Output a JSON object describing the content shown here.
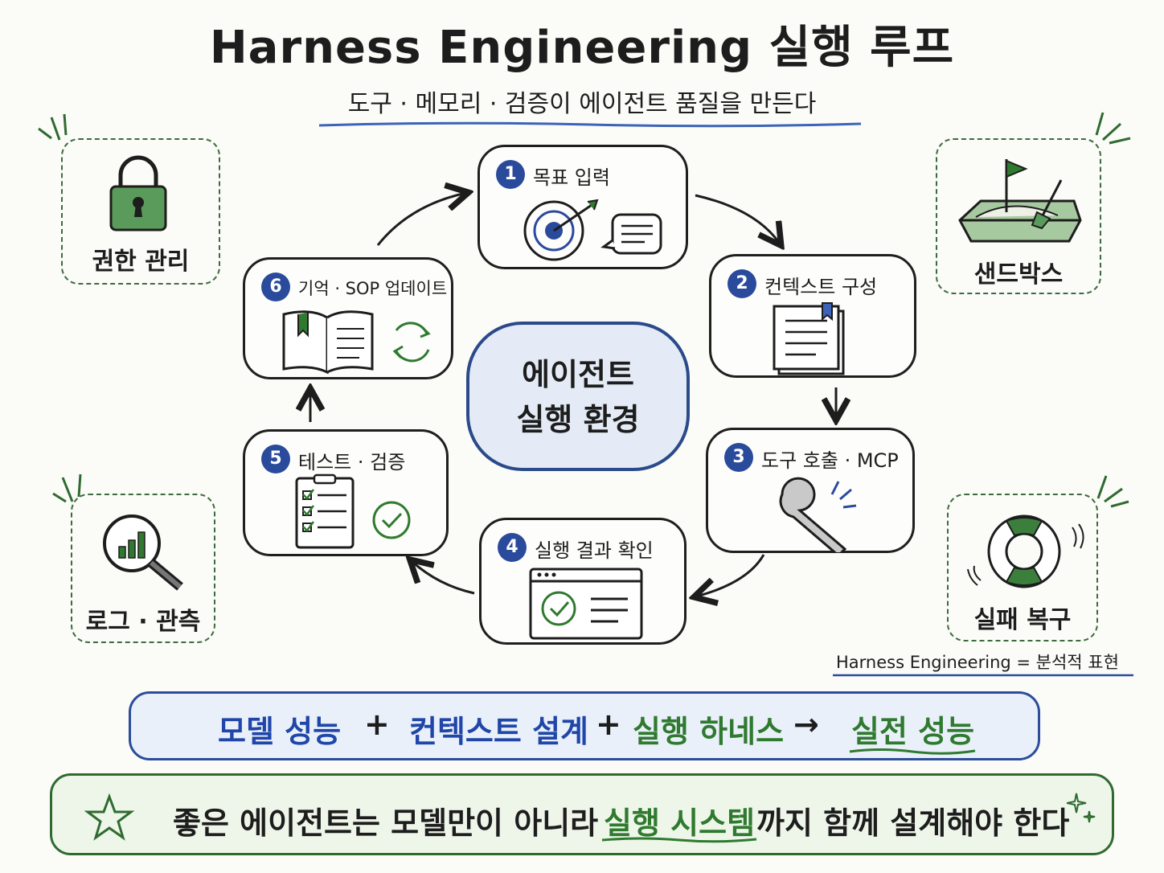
{
  "title": "Harness Engineering 실행 루프",
  "subtitle": "도구 · 메모리 · 검증이 에이전트 품질을 만든다",
  "center": {
    "line1": "에이전트",
    "line2": "실행 환경"
  },
  "steps": [
    {
      "num": "1",
      "label": "목표 입력"
    },
    {
      "num": "2",
      "label": "컨텍스트 구성"
    },
    {
      "num": "3",
      "label": "도구 호출 · MCP"
    },
    {
      "num": "4",
      "label": "실행 결과 확인"
    },
    {
      "num": "5",
      "label": "테스트 · 검증"
    },
    {
      "num": "6",
      "label": "기억 · SOP 업데이트"
    }
  ],
  "side": {
    "permission": "권한 관리",
    "sandbox": "샌드박스",
    "logging": "로그 · 관측",
    "recovery": "실패 복구"
  },
  "note": "Harness Engineering = 분석적 표현",
  "formula": {
    "model": "모델 성능",
    "plus1": "+",
    "context": "컨텍스트 설계",
    "plus2": "+",
    "harness": "실행 하네스",
    "arrow": "→",
    "result": "실전 성능"
  },
  "motto": {
    "part1": "좋은 에이전트는 모델만이 아니라",
    "highlight": "실행 시스템",
    "part2": "까지 함께 설계해야 한다"
  },
  "colors": {
    "accent_blue": "#2a4a9c",
    "accent_green": "#2f7a2f",
    "ink": "#1d1d1d"
  }
}
